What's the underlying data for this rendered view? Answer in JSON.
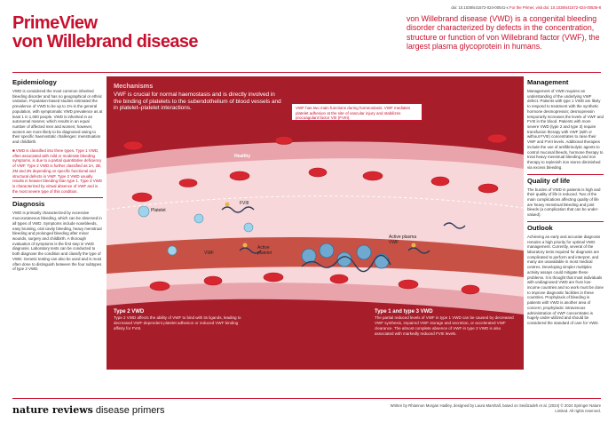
{
  "header": {
    "doi_text": "doi: 10.1038/s41572-024-00541-x",
    "doi_link": "For the Primer, visit doi: 10.1038/s41572-024-00536-8",
    "title_brand": "PrimeView",
    "title_topic": "von Willebrand disease",
    "intro": "von Willebrand disease (VWD) is a congenital bleeding disorder characterized by defects in the concentration, structure or function of von Willebrand factor (VWF), the largest plasma glycoprotein in humans."
  },
  "epidemiology": {
    "heading": "Epidemiology",
    "p1": "VWD is considered the most common inherited bleeding disorder and has no geographical or ethnic variation. Population-based studies estimated the prevalence of VWD to be up to 1% in the general population, with symptomatic VWD prevalence as at least 1 in 1,000 people. VWD is inherited in an autosomal manner, which results in an equal number of affected men and women; however, women are more likely to be diagnosed owing to their specific haemostatic challenges: menstruation and childbirth.",
    "p2": "■ VWD is classified into three types. Type 1 VWD, often associated with mild or moderate bleeding symptoms, is due to a partial quantitative deficiency of VWF. Type 2 VWD is further classified as 2A, 2B, 2M and 2N depending on specific functional and structural defects in VWF. Type 2 VWD usually results in heavier bleeding than type 1. Type 3 VWD is characterized by virtual absence of VWF and is the most severe type of this condition."
  },
  "diagnosis": {
    "heading": "Diagnosis",
    "p1": "VWD is primarily characterized by excessive mucocutaneous bleeding, which can be observed in all types of VWD. Symptoms include nosebleeds, easy bruising, oral cavity bleeding, heavy menstrual bleeding and prolonged bleeding after minor wounds, surgery and childbirth. A thorough evaluation of symptoms is the first step in VWD diagnosis. Laboratory tests can be conducted to both diagnose the condition and classify the type of VWD. Genetic testing can also be used and is most often done to distinguish between the four subtypes of type 2 VWD."
  },
  "mechanisms": {
    "heading": "Mechanisms",
    "text": "VWF is crucial for normal haemostasis and is directly involved in the binding of platelets to the subendothelium of blood vessels and in platelet–platelet interactions.",
    "box": "VWF has two main functions during homeostasis: VWF mediates platelet adhesion at the site of vascular injury and stabilizes procoagulant factor VIII (FVIII).",
    "labels": {
      "healthy": "Healthy",
      "platelet": "Platelet",
      "fviii": "FVIII",
      "vwf": "VWF",
      "active_platelet": "Active platelet",
      "active_plasma_vwf": "Active plasma VWF"
    },
    "type2": {
      "heading": "Type 2 VWD",
      "text": "Type 2 VWD affects the ability of VWF to bind with its ligands, leading to decreased VWF-dependent platelet adhesion or reduced VWF binding affinity for FVIII."
    },
    "type13": {
      "heading": "Type 1 and type 3 VWD",
      "text": "The partial reduced levels of VWF in type 1 VWD can be caused by decreased VWF synthesis, impaired VWF storage and secretion, or accelerated VWF clearance. The almost complete absence of VWF in type 3 VWD is also associated with markedly reduced FVIII levels."
    }
  },
  "management": {
    "heading": "Management",
    "p1": "Management of VWD requires an understanding of the underlying VWF defect. Patients with type 1 VWD are likely to respond to treatment with the synthetic hormone desmopressin; desmopressin temporarily increases the levels of VWF and FVIII in the blood. Patients with more severe VWD (type 2 and type 3) require transfusion therapy with VWF (with or without FVIII) concentrates to raise their VWF and FVIII levels. Additional therapies include the use of antifibrinolytic agents to control mucosal bleeds, hormone therapy to treat heavy menstrual bleeding and iron therapy to replenish iron stores diminished via excess bleeding."
  },
  "quality": {
    "heading": "Quality of life",
    "p1": "The burden of VWD in patients is high and their quality of life is reduced. Two of the main complications affecting quality of life are heavy menstrual bleeding and joint bleeds (a complication that can be under-valued)."
  },
  "outlook": {
    "heading": "Outlook",
    "p1": "Achieving an early and accurate diagnosis remains a high priority for optimal VWD management. Currently, several of the laboratory tests required for diagnosis are complicated to perform and interpret, and many are unavailable in most medical centres. Developing simpler multiplex activity assays could mitigate these problems. It is thought that most individuals with undiagnosed VWD are from low-income countries and so work must be done to improve diagnostic facilities in these countries. Prophylaxis of bleeding in patients with VWD is another area of concern; prophylactic intravenous administration of VWF concentrates is hugely under-utilized and should be considered the standard of care for VWD."
  },
  "footer": {
    "logo_brand": "nature reviews",
    "logo_journal": "disease primers",
    "credit": "Written by Rhiannon Morgan Hadley, designed by Laura Marshall, based on Seidizadeh et al. (2024) © 2024 Springer Nature Limited. All rights reserved."
  },
  "colors": {
    "brand_red": "#c8102e",
    "panel_red": "#a71d2a",
    "vessel_pink": "#f4c3c8",
    "blood_cell": "#d7262f"
  }
}
